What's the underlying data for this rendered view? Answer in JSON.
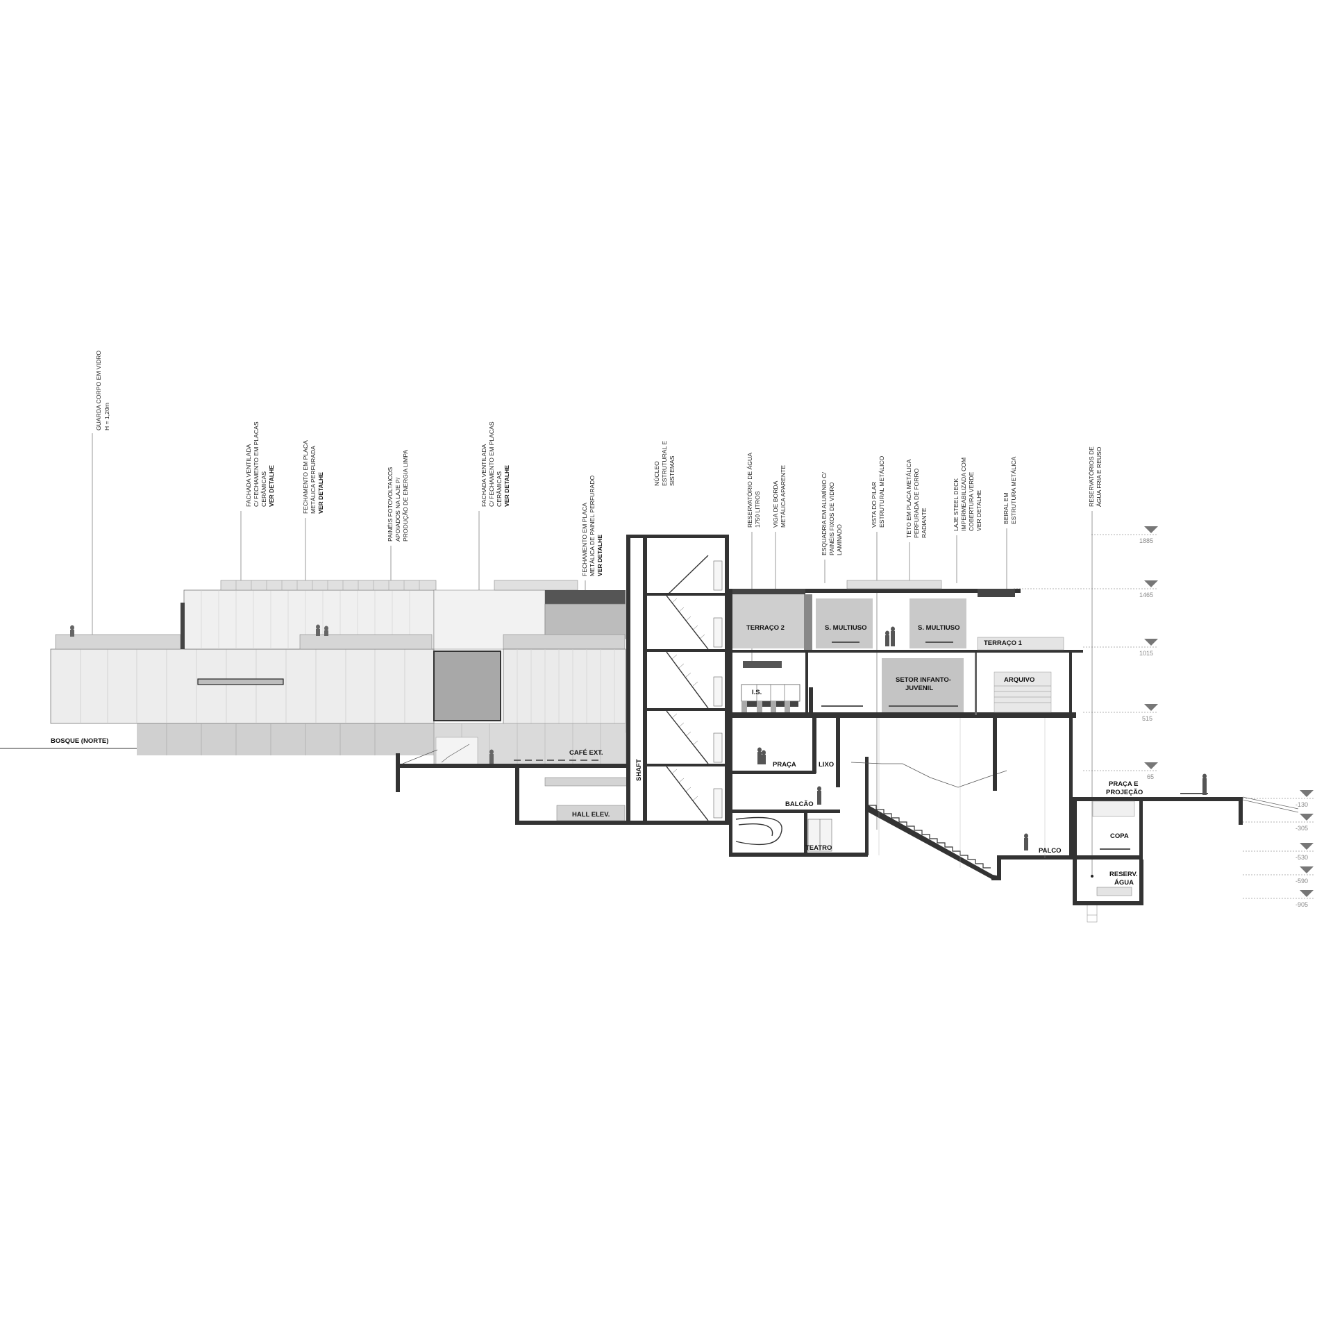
{
  "annotations": [
    {
      "id": "guarda-corpo",
      "lines": [
        "GUARDA CORPO EM VIDRO",
        "H = 1,20m"
      ],
      "bold": ""
    },
    {
      "id": "fachada-ventilada-1",
      "lines": [
        "FACHADA VENTILADA",
        "C/ FECHAMENTO EM PLACAS",
        "CERÂMICAS"
      ],
      "bold": "VER DETALHE"
    },
    {
      "id": "fechamento-placa-1",
      "lines": [
        "FECHAMENTO EM PLACA",
        "METÁLICA PERFURADA"
      ],
      "bold": "VER DETALHE"
    },
    {
      "id": "paineis-fotovoltaicos",
      "lines": [
        "PAINÉIS FOTOVOLTAICOS",
        "APOIADOS NA LAJE P/",
        "PRODUÇÃO DE ENERGIA LIMPA"
      ],
      "bold": ""
    },
    {
      "id": "fachada-ventilada-2",
      "lines": [
        "FACHADA VENTILADA",
        "C/ FECHAMENTO EM PLACAS",
        "CERÂMICAS"
      ],
      "bold": "VER DETALHE"
    },
    {
      "id": "fechamento-placa-2",
      "lines": [
        "FECHAMENTO EM PLACA",
        "METÁLICA DE PAINEL PERFURADO"
      ],
      "bold": "VER DETALHE"
    },
    {
      "id": "nucleo-estrutural",
      "lines": [
        "NÚCLEO",
        "ESTRUTURAL E",
        "SISTEMAS"
      ],
      "bold": ""
    },
    {
      "id": "reservatorio-agua",
      "lines": [
        "RESERVATÓRIO DE ÁGUA",
        "1750 LITROS"
      ],
      "bold": ""
    },
    {
      "id": "viga-borda",
      "lines": [
        "VIGA DE BORDA",
        "METÁLICA APARENTE"
      ],
      "bold": ""
    },
    {
      "id": "esquadria-aluminio",
      "lines": [
        "ESQUADRIA EM ALUMÍNIO C/",
        "PAINÉIS FIXOS DE VIDRO",
        "LAMINADO"
      ],
      "bold": ""
    },
    {
      "id": "vista-pilar",
      "lines": [
        "VISTA DO PILAR",
        "ESTRUTURAL METÁLICO"
      ],
      "bold": ""
    },
    {
      "id": "teto-placa",
      "lines": [
        "TETO EM PLACA METÁLICA",
        "PERFURADA DE FORRO",
        "RADIANTE"
      ],
      "bold": ""
    },
    {
      "id": "laje-steel-deck",
      "lines": [
        "LAJE STEEL DECK",
        "IMPERMEABILIZADA COM",
        "COBERTURA VERDE",
        "VER DETALHE"
      ],
      "bold": ""
    },
    {
      "id": "beiral",
      "lines": [
        "BEIRAL EM",
        "ESTRUTURA METÁLICA"
      ],
      "bold": ""
    },
    {
      "id": "reservatorios",
      "lines": [
        "RESERVATÓRIOS DE",
        "ÁGUA FRIA E REUSO"
      ],
      "bold": ""
    }
  ],
  "rooms": {
    "bosque": "BOSQUE (NORTE)",
    "cafe": "CAFÉ EXT.",
    "hall_elev": "HALL ELEV.",
    "shaft": "SHAFT",
    "terraco2": "TERRAÇO 2",
    "s_multiuso_1": "S. MULTIUSO",
    "s_multiuso_2": "S. MULTIUSO",
    "terraco1": "TERRAÇO 1",
    "is": "I.S.",
    "setor_infanto_1": "SETOR INFANTO-",
    "setor_infanto_2": "JUVENIL",
    "arquivo": "ARQUIVO",
    "praca": "PRAÇA",
    "lixo": "LIXO",
    "balcao": "BALCÃO",
    "teatro": "TEATRO",
    "palco": "PALCO",
    "praca_projecao_1": "PRAÇA E",
    "praca_projecao_2": "PROJEÇÃO",
    "copa": "COPA",
    "reserv_1": "RESERV.",
    "reserv_2": "ÁGUA"
  },
  "levels": {
    "l1885": "1885",
    "l1465": "1465",
    "l1015": "1015",
    "l515": "515",
    "l65": "65",
    "lm130": "-130",
    "lm305": "-305",
    "lm530": "-530",
    "lm590": "-590",
    "lm905": "-905"
  },
  "colors": {
    "wall": "#333333",
    "facade_light": "#ececec",
    "facade_mid": "#d6d6d6",
    "facade_dark": "#a9a9a9",
    "level_text": "#888888"
  }
}
